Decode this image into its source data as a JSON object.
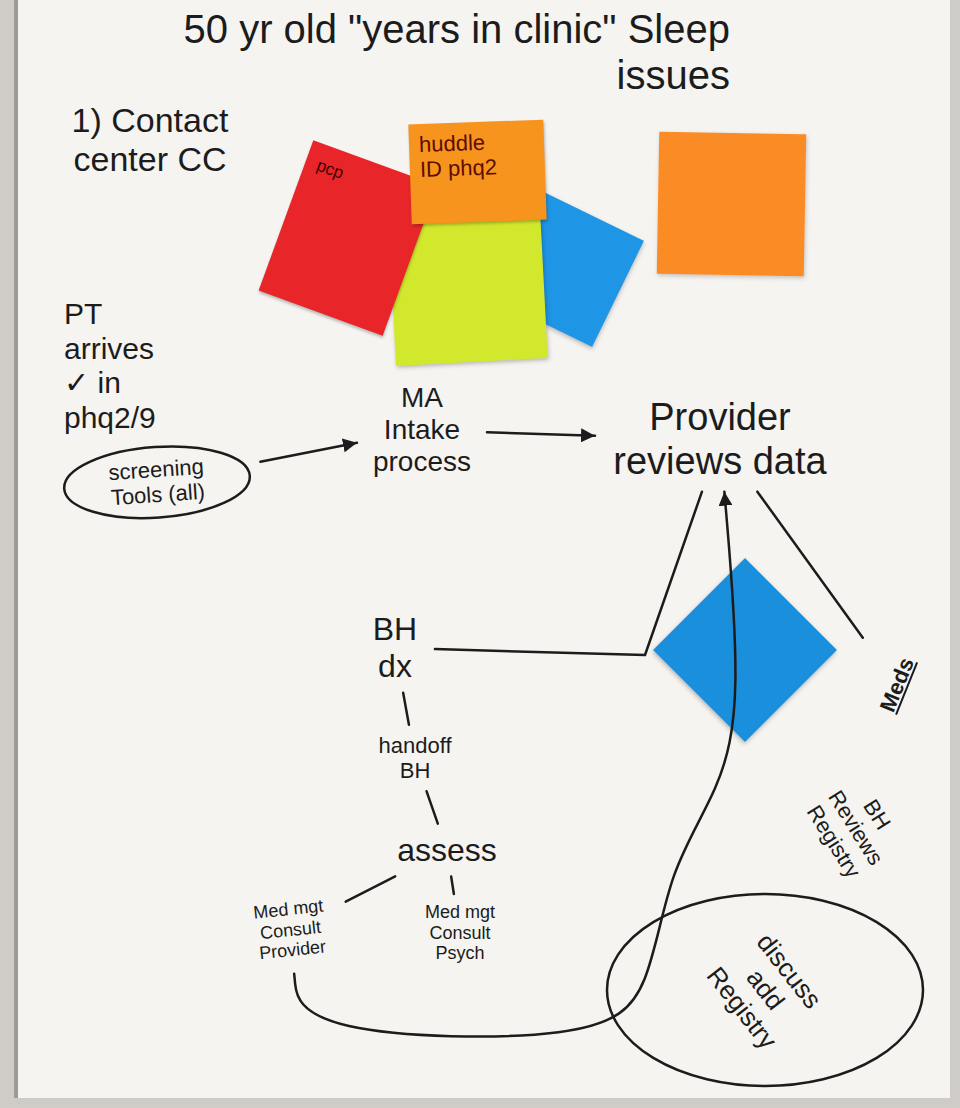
{
  "diagram": {
    "title": "50 yr old \"years in clinic\" Sleep issues",
    "nodes": [
      {
        "text": [
          "pcp"
        ]
      },
      {
        "text": [
          "huddle ID phq2"
        ]
      },
      {
        "text": [
          "PT arrives ✓ in phq2/9"
        ]
      },
      {
        "text": [
          "screening Tools (all)"
        ]
      },
      {
        "text": [
          "MA Intake process"
        ]
      },
      {
        "text": [
          "Provider reviews data"
        ]
      },
      {
        "text": [
          "Meds"
        ]
      },
      {
        "text": [
          "BH dx"
        ]
      },
      {
        "text": [
          "handoff BH"
        ]
      },
      {
        "text": [
          "assess"
        ]
      },
      {
        "text": [
          "Med mgt Consult Provider"
        ]
      },
      {
        "text": [
          "Med mgt Consult Psych"
        ]
      },
      {
        "text": [
          "discuss add Registry"
        ]
      }
    ],
    "edges": [
      {
        "from": 3,
        "to": 4,
        "arrow": "to"
      },
      {
        "from": 4,
        "to": 5,
        "arrow": "to"
      },
      {
        "from": 5,
        "to": 7,
        "arrow": "none"
      },
      {
        "from": 5,
        "to": 6,
        "arrow": "none"
      },
      {
        "from": 7,
        "to": 8,
        "arrow": "none"
      },
      {
        "from": 8,
        "to": 9,
        "arrow": "none"
      },
      {
        "from": 9,
        "to": 10,
        "arrow": "none"
      },
      {
        "from": 9,
        "to": 11,
        "arrow": "none"
      },
      {
        "from": 10,
        "to": 5,
        "arrow": "to"
      }
    ],
    "labels": [
      "1) Contact center CC",
      "BH Reviews Registry"
    ]
  }
}
